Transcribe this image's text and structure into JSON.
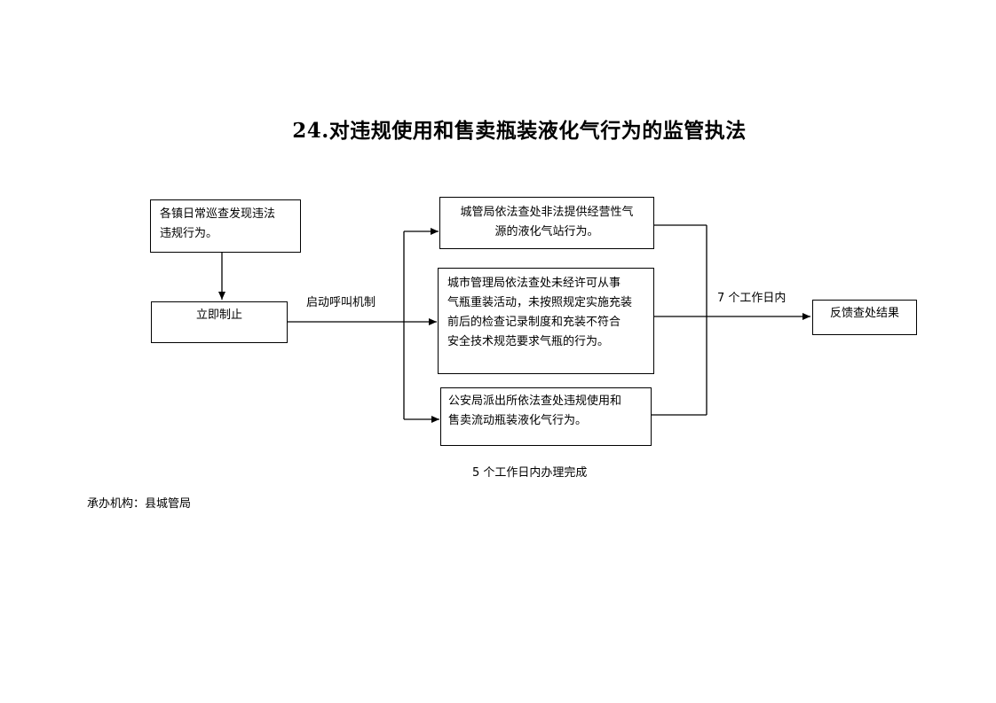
{
  "title": "24.对违规使用和售卖瓶装液化气行为的监管执法",
  "nodes": {
    "discover": "各镇日常巡查发现违法\n违规行为。",
    "stop": "立即制止",
    "branch1": "城管局依法查处非法提供经营性气\n源的液化气站行为。",
    "branch2": "城市管理局依法查处未经许可从事\n气瓶重装活动，未按照规定实施充装\n前后的检查记录制度和充装不符合\n安全技术规范要求气瓶的行为。",
    "branch3": "公安局派出所依法查处违规使用和\n售卖流动瓶装液化气行为。",
    "feedback": "反馈查处结果"
  },
  "labels": {
    "mechanism": "启动呼叫机制",
    "seven_days": "7 个工作日内",
    "five_days": "5 个工作日内办理完成",
    "agency": "承办机构：县城管局"
  }
}
